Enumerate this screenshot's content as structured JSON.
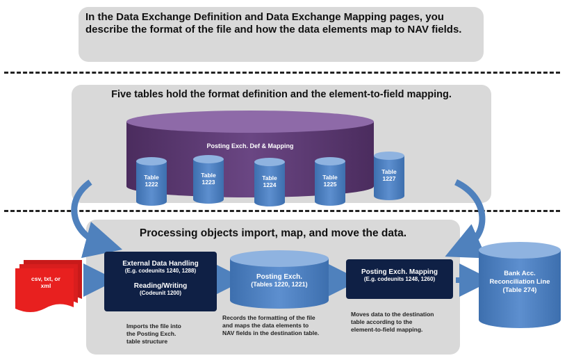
{
  "intro_text": "In the Data Exchange  Definition and Data Exchange  Mapping pages, you describe the format of the file and how the data elements map to NAV fields.",
  "tables_section": {
    "title": "Five tables hold the format definition and the element-to-field mapping.",
    "container_label": "Posting Exch. Def & Mapping",
    "tables": [
      {
        "line1": "Table",
        "line2": "1222"
      },
      {
        "line1": "Table",
        "line2": "1223"
      },
      {
        "line1": "Table",
        "line2": "1224"
      },
      {
        "line1": "Table",
        "line2": "1225"
      },
      {
        "line1": "Table",
        "line2": "1227"
      }
    ]
  },
  "processing_section": {
    "title": "Processing objects import, map, and move the data.",
    "file_stack": {
      "line1": "csv, txt, or",
      "line2": "xml"
    },
    "external_data_handling": {
      "title": "External Data Handling",
      "title_sub": "(E.g. codeunits 1240, 1288)",
      "rw_title": "Reading/Writing",
      "rw_sub": "(Codeunit 1200)",
      "note_lines": [
        "Imports the file into",
        "the Posting Exch.",
        "table structure"
      ]
    },
    "posting_exch": {
      "title": "Posting Exch.",
      "sub": "(Tables 1220, 1221)",
      "note_lines": [
        "Records the formatting of the file",
        "and maps the data elements to",
        "NAV fields in the destination table."
      ]
    },
    "posting_exch_mapping": {
      "title": "Posting Exch. Mapping",
      "sub": "(E.g. codeunits 1248, 1260)",
      "note_lines": [
        "Moves data to the destination",
        "table according to the",
        "element-to-field mapping."
      ]
    },
    "destination": {
      "line1": "Bank Acc.",
      "line2": "Reconciliation Line",
      "line3": "(Table 274)"
    }
  },
  "colors": {
    "panel_gray": "#d9d9d9",
    "cylinder_blue": "#4a7ebb",
    "container_purple": "#5b3a6e",
    "navy": "#0f2045",
    "file_red": "#e8201f",
    "arrow_blue": "#4f81bd"
  }
}
